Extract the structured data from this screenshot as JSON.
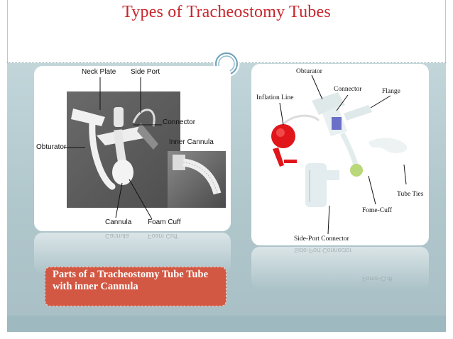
{
  "slide": {
    "title": "Types of Tracheostomy Tubes",
    "callout": "Parts of a Tracheostomy Tube Tube with inner Cannula"
  },
  "left_figure": {
    "labels": {
      "neck_plate": "Neck Plate",
      "side_port": "Side Port",
      "connector": "Connector",
      "inner_cannula": "Inner Cannula",
      "obturator": "Obturator",
      "cannula": "Cannula",
      "foam_cuff": "Foam Cuff"
    }
  },
  "right_figure": {
    "labels": {
      "obturator": "Obturator",
      "connector": "Connector",
      "flange": "Flange",
      "inflation_line": "Inflation Line",
      "tube_ties": "Tube Ties",
      "fome_cuff": "Fome-Cuff",
      "side_port_connector": "Side-Port Connector"
    }
  },
  "colors": {
    "title": "#c8262d",
    "callout_bg": "#d35843",
    "content_bg": "#b6cbd0",
    "ring": "#6aa0b5"
  }
}
